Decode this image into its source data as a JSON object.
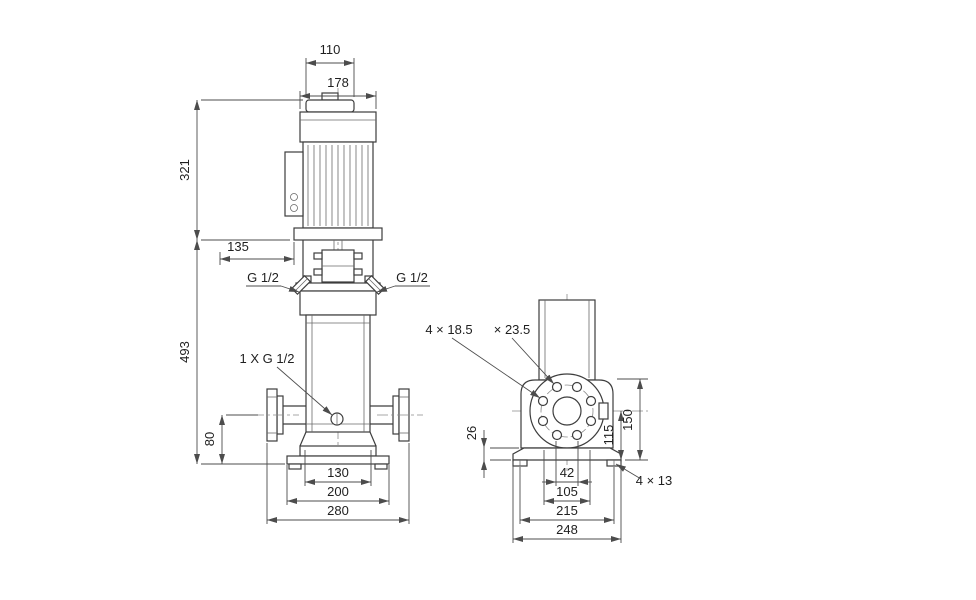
{
  "drawing": {
    "front_view": {
      "dim_motor_top_width": "110",
      "dim_motor_width": "178",
      "dim_motor_height": "321",
      "dim_coupling": "135",
      "port_left_label": "G 1/2",
      "port_right_label": "G 1/2",
      "dim_pump_height": "493",
      "drain_label": "1 X G 1/2",
      "dim_port_height": "80",
      "dim_base_inner": "130",
      "dim_base_mid": "200",
      "dim_flange_span": "280"
    },
    "side_view": {
      "flange_hole_label": "4 × 18.5",
      "flange_counterbore_label": "× 23.5",
      "dim_base_thickness": "26",
      "dim_port_center": "115",
      "dim_body_height": "150",
      "dim_hole_spacing_small": "42",
      "dim_hole_spacing_mid": "105",
      "dim_foot_hole_span": "215",
      "dim_base_width": "248",
      "base_hole_label": "4 × 13"
    },
    "colors": {
      "outline": "#3d3d3d",
      "dimension": "#4c4c4c",
      "centerline": "#8a8a8a",
      "background": "#ffffff",
      "text": "#1f1f1f"
    }
  }
}
